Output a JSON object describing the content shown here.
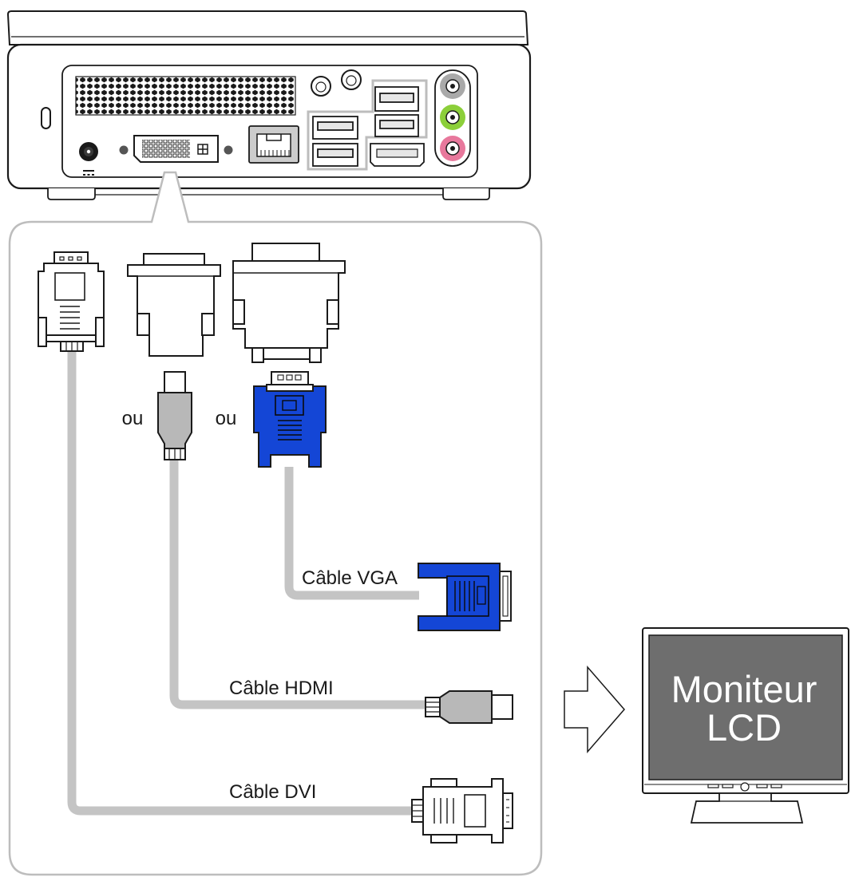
{
  "labels": {
    "or_hdmi": "ou",
    "or_vga": "ou",
    "vga_cable": "Câble VGA",
    "hdmi_cable": "Câble HDMI",
    "dvi_cable": "Câble DVI",
    "monitor_line1": "Moniteur",
    "monitor_line2": "LCD"
  },
  "colors": {
    "outline": "#1a1a1a",
    "cable": "#c4c4c4",
    "vga_blue": "#1446d6",
    "hdmi_grey": "#b8b8b8",
    "audio_grey": "#a9a9a9",
    "audio_green": "#8ccf3a",
    "audio_pink": "#e8789c",
    "screen": "#6e6e6e",
    "panel_border": "#bdbdbd"
  },
  "icons": [
    "dc-power-icon",
    "kensington-lock-icon",
    "arrow-right-icon"
  ]
}
